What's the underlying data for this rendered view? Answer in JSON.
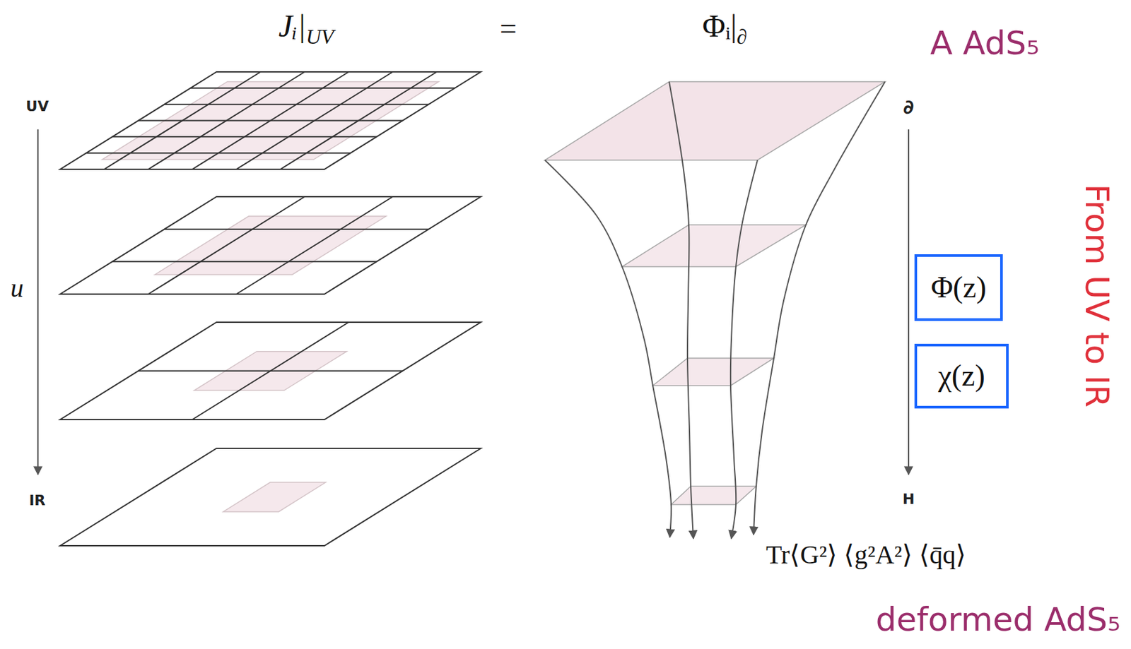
{
  "diagram": {
    "nodes": [
      {
        "text": [
          "Φ(z)"
        ]
      },
      {
        "text": [
          "χ(z)"
        ]
      }
    ],
    "labels": [
      "Jᵢ|",
      "UV",
      "=",
      "Φᵢ|",
      "∂",
      "A AdS₅",
      "UV",
      "u",
      "IR",
      "∂",
      "H",
      "From UV to IR",
      "Tr⟨G²⟩ ⟨g²A²⟩ ⟨q̄q⟩",
      "deformed AdS₅"
    ]
  }
}
